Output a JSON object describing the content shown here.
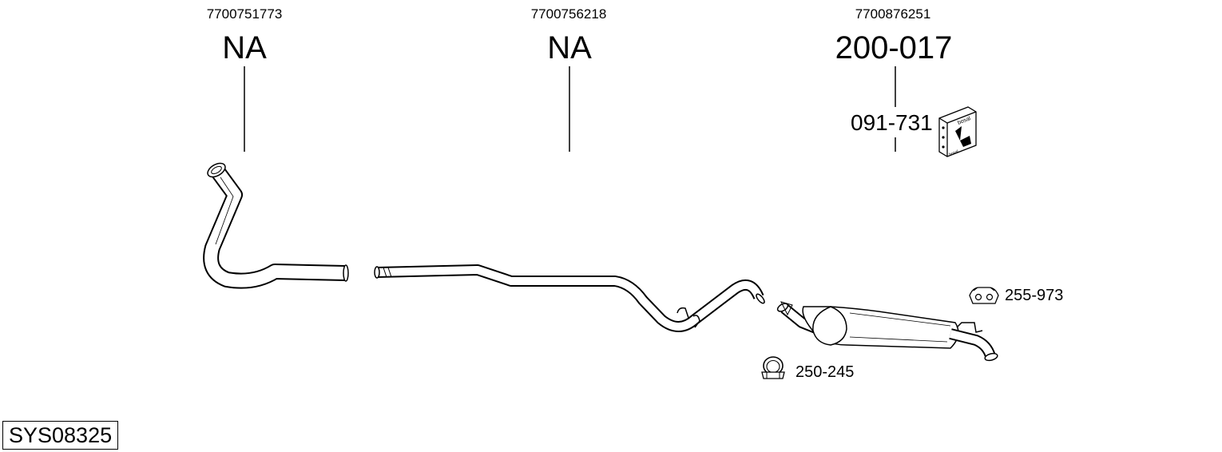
{
  "diagram": {
    "system_code": "SYS08325",
    "columns": [
      {
        "oe_number": "7700751773",
        "part_number": "NA"
      },
      {
        "oe_number": "7700756218",
        "part_number": "NA"
      },
      {
        "oe_number": "7700876251",
        "part_number": "200-017"
      }
    ],
    "accessories": [
      {
        "part_number": "091-731",
        "icon": "bosal-fitting-kit-box-icon"
      },
      {
        "part_number": "255-973",
        "icon": "rubber-hanger-icon"
      },
      {
        "part_number": "250-245",
        "icon": "pipe-clamp-icon"
      }
    ],
    "box_brand": "bosal",
    "colors": {
      "ink": "#000000",
      "background": "#ffffff",
      "pipe_fill": "#ffffff"
    }
  }
}
